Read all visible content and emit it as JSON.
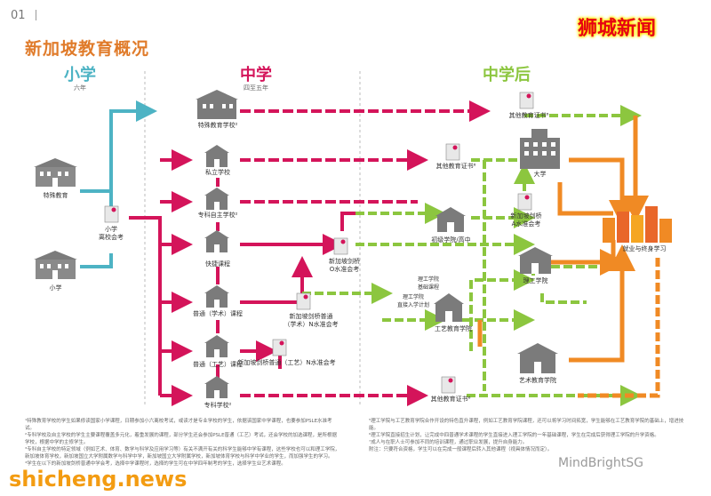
{
  "page_number": "01",
  "title": "新加坡教育概况",
  "brand": "狮城新闻",
  "watermark": "shicheng.news",
  "wechat_tag": "MindBrightSG",
  "sections": {
    "primary": {
      "name": "小学",
      "sub": "六年"
    },
    "secondary": {
      "name": "中学",
      "sub": "四至五年"
    },
    "post_secondary": {
      "name": "中学后"
    }
  },
  "nodes": {
    "special_ed": "特殊教育",
    "primary_school": "小学",
    "psle": "小学\n离校会考",
    "special_school": "特殊教育学校²",
    "private_school": "私立学校",
    "specialised_indep": "专科自主学校²",
    "express": "快捷课程",
    "normal_academic": "普通（学术）课程",
    "normal_technical": "普通（工艺）课程",
    "specialised_school": "专科学校²",
    "o_level": "新加坡剑桥\nO水准会考",
    "n_a_level": "新加坡剑桥普通\n（学术）N水准会考",
    "n_t_level": "新加坡剑桥普通（工艺）N水准会考",
    "other_cert_top": "其他教育证书⁶",
    "other_cert_mid": "其他教育证书⁶",
    "other_cert_bottom": "其他教育证书⁶",
    "university": "大学",
    "a_level": "新加坡剑桥\nA水准会考",
    "jc": "初级学院/高中",
    "poly": "理工学院",
    "poly_foundation": "理工学院\n基础课程",
    "poly_direct": "理工学院\n直接入学计划",
    "ite": "工艺教育学院",
    "arts": "艺术教育学院",
    "work": "就业与终身学习"
  },
  "footnotes_left": [
    "¹特殊教育学校的学生如果修读国家小学课程，日期参加小六离校考试，或读才是专业学校的学生，依据该国家中学课程，也要参加PSLE水准考试。",
    "²专科学校及自主学校的学生主要课程覆盖多元化，着重发展的课程，部分学生还会参加PSLE普通（工艺）考试，还会学校的加选课程，是所根据学校，根据中学的主修学生。",
    "³专科自主学校的特定领域（例如艺术、体育、数学与科学及应用学习等）有关不满开有关的科学生能够中学有课程，这些学校也可以和理工学院，新加坡体育学校，新加坡国立大学附属数学与科学中学，新加坡国立大学附属学校，新加坡体育学校与科学中学业的学生，而加强学生的学习。",
    "⁴学生在以下的新加坡剑桥普通中学会考，选择中学课程时，选择的学生可在中学四年制考的学生，选择学生业艺术课程。"
  ],
  "footnotes_right": [
    "⁵理工学院与工艺教育学院合作开设的特色直升课程，例如工艺教育学院课程，还可以将学习时间拓宽，学生能够在工艺教育学院的基础上，增进技能。",
    "⁶理工学院直接招生计划，让完成中四普通学术课程的学生直接进入理工学院的一年基础课程，学生在完成后获得理工学院的升学资格。",
    "⁷成人与在职人士可参加不同的培训课程，通过职业发展，提升自身能力。",
    "附注：只要符合资格，学生可以在完成一般课程后转入其他课程（视具体情况而定）。"
  ]
}
